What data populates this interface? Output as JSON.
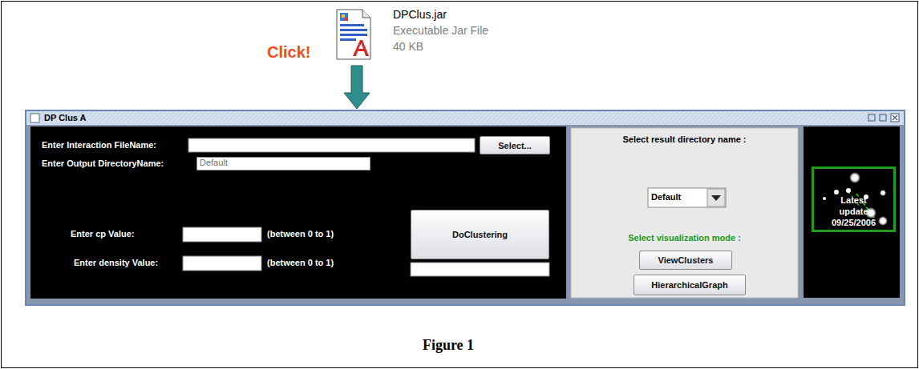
{
  "diagram": {
    "caption": "Figure 1",
    "nodes": [
      {
        "text": [
          "DPClus.jar",
          "Executable Jar File",
          "40 KB"
        ]
      },
      {
        "text": [
          "DP Clus A"
        ]
      },
      {
        "text": [
          "Enter Interaction FileName:",
          "Enter Output DirectoryName:",
          "Enter cp Value:",
          "(between 0 to 1)",
          "Enter density Value:",
          "(between 0 to 1)"
        ],
        "in": 1
      },
      {
        "text": [
          "Default"
        ],
        "in": 2
      },
      {
        "text": [
          "Select..."
        ],
        "in": 2
      },
      {
        "text": [
          "DoClustering"
        ],
        "in": 2
      },
      {
        "text": [
          "Select result directory name :",
          "Select visualization mode :"
        ],
        "in": 1
      },
      {
        "text": [
          "Default"
        ],
        "in": 6
      },
      {
        "text": [
          "ViewClusters"
        ],
        "in": 6
      },
      {
        "text": [
          "HierarchicalGraph"
        ],
        "in": 6
      },
      {
        "text": [
          "Latest update 09/25/2006"
        ],
        "in": 1
      }
    ],
    "edges": [
      {
        "from": 0,
        "to": 1,
        "arrow": "to"
      }
    ],
    "labels": [
      "Click!"
    ]
  }
}
